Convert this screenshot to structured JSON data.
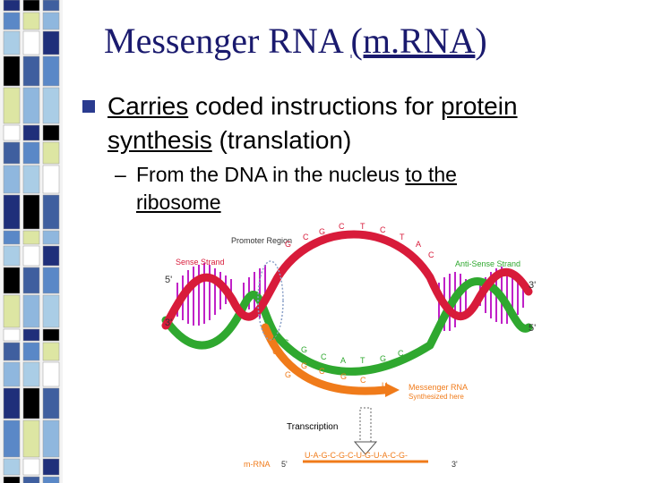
{
  "slide": {
    "title": {
      "main": "Messenger RNA ",
      "abbr": "(m.RNA",
      "close": ")"
    },
    "bullet1": {
      "w1": "Carries",
      "w2": " coded instructions for ",
      "w3": "protein",
      "w4": " synthesis",
      "w5": " (translation)"
    },
    "bullet2": {
      "dash": "–",
      "w1": "From the DNA in the nucleus ",
      "w2": "to the",
      "w3": " ",
      "w4": "ribosome"
    }
  },
  "diagram": {
    "labels": {
      "promoter": "Promoter Region",
      "sense": "Sense Strand",
      "antisense": "Anti-Sense Strand",
      "five_left": "5'",
      "three_left": "3'",
      "three_right": "3'",
      "five_right": "5'",
      "messenger": "Messenger RNA",
      "synth": "Synthesized here",
      "transcription": "Transcription",
      "mrna_label": "m-RNA",
      "mrna_5": "5'",
      "mrna_seq": "U-A-G-C-G-C-U-G-U-A-C-G-",
      "mrna_3": "3'"
    },
    "top_bases": [
      "G",
      "C",
      "G",
      "C",
      "T",
      "C",
      "T",
      "A",
      "C"
    ],
    "lower_bases": [
      "A",
      "C",
      "G",
      "C",
      "A",
      "T",
      "G",
      "C"
    ],
    "rna_bases": [
      "U",
      "A",
      "G",
      "C",
      "G",
      "C",
      "U",
      "G"
    ]
  },
  "colors": {
    "title": "#1a1a6e",
    "bullet": "#2a3b8f",
    "dna_red": "#d81b3a",
    "dna_green": "#2fa82f",
    "rna_orange": "#f07b1a",
    "rungs": "#c021c7"
  }
}
